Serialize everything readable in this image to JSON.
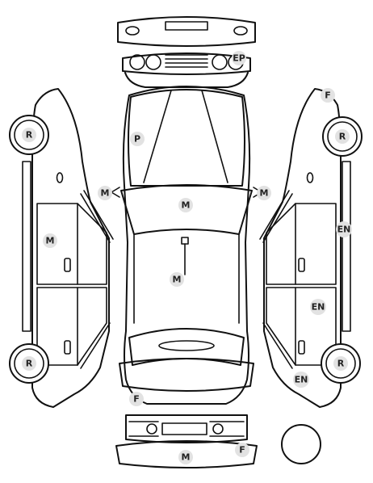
{
  "markers": {
    "rear_bumper": "EP",
    "right_front_corner": "F",
    "left_rear_wheel_top": "R",
    "left_rear_wheel_bottom": "R",
    "right_wheel_top": "R",
    "right_wheel_bottom": "R",
    "roof": "P",
    "left_mirror": "M",
    "right_mirror": "M",
    "windshield": "M",
    "left_doors": "M",
    "center_dash": "M",
    "right_sill": "EN",
    "right_door": "EN",
    "right_lower": "EN",
    "hood": "F",
    "front_bumper": "M",
    "front_bumper_corner": "F"
  }
}
